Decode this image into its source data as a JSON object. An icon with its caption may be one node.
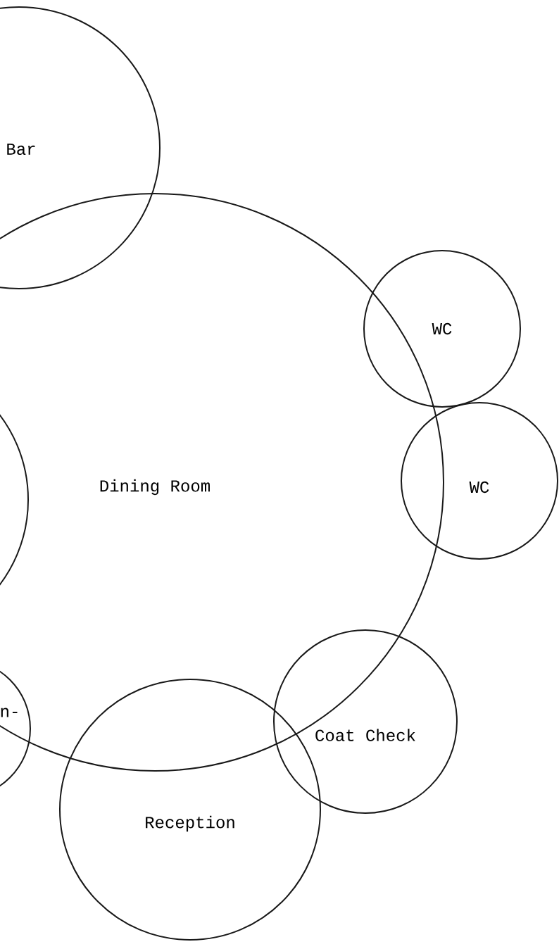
{
  "diagram": {
    "nodes": [
      {
        "text": [
          "Bar"
        ]
      },
      {
        "text": [
          "Dining Room"
        ]
      },
      {
        "text": [
          "WC"
        ]
      },
      {
        "text": [
          "WC"
        ]
      },
      {
        "text": [],
        "shape": "circle"
      },
      {
        "text": [
          "n-"
        ]
      },
      {
        "text": [
          "Coat Check"
        ]
      },
      {
        "text": [
          "Reception"
        ]
      }
    ]
  }
}
